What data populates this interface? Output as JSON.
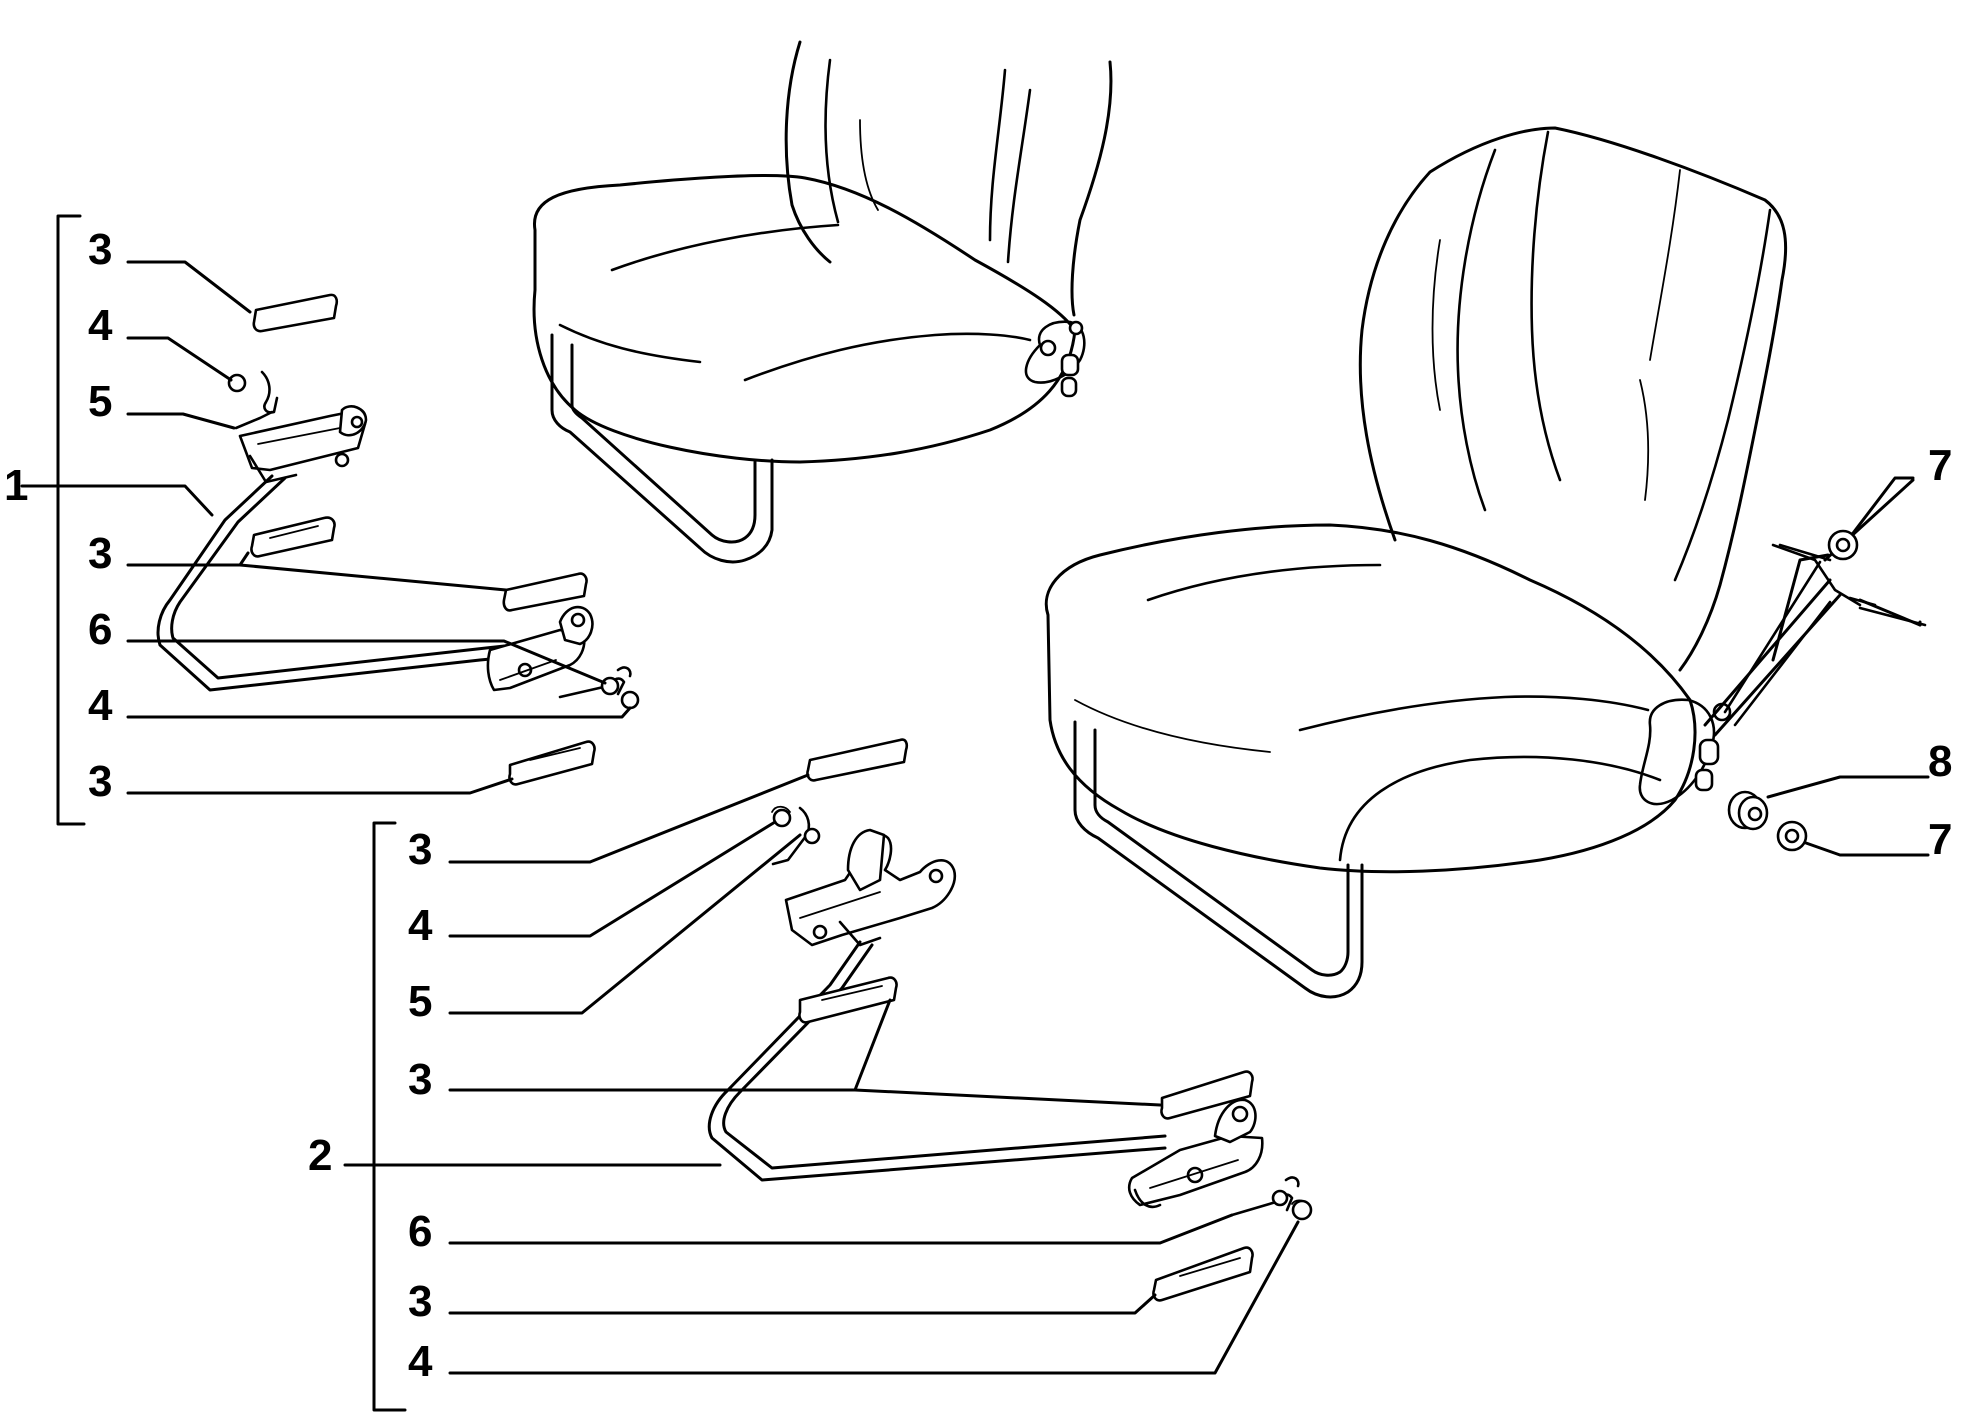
{
  "group1": {
    "number": "1",
    "labels": [
      "3",
      "4",
      "5",
      "3",
      "6",
      "4",
      "3"
    ]
  },
  "group2": {
    "number": "2",
    "labels": [
      "3",
      "4",
      "5",
      "3",
      "6",
      "3",
      "4"
    ]
  },
  "right": {
    "labels": [
      "7",
      "8",
      "7"
    ]
  }
}
